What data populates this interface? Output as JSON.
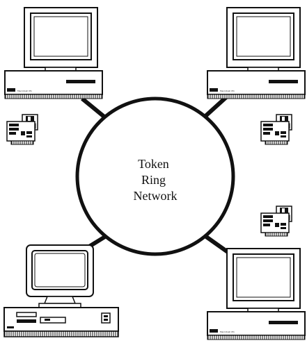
{
  "ring": {
    "label_lines": [
      "Token",
      "Ring",
      "Network"
    ]
  },
  "nodes": [
    {
      "id": "top-left",
      "type": "compact-computer",
      "brand": "Macintosh IIfx"
    },
    {
      "id": "top-right",
      "type": "compact-computer",
      "brand": "Macintosh IIfx"
    },
    {
      "id": "bottom-left",
      "type": "desktop-pc"
    },
    {
      "id": "bottom-right",
      "type": "compact-computer",
      "brand": "Macintosh IIfx"
    }
  ],
  "cards": [
    {
      "id": "card-left"
    },
    {
      "id": "card-right-upper"
    },
    {
      "id": "card-right-lower"
    }
  ]
}
